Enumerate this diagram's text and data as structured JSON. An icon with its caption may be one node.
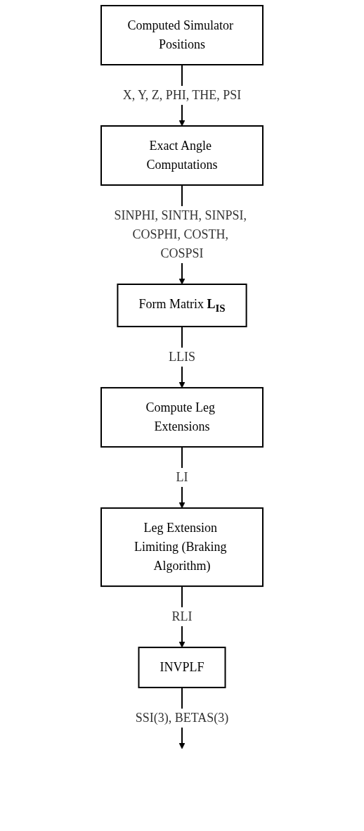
{
  "diagram": {
    "nodes": [
      {
        "text": [
          "Computed Simulator Positions"
        ]
      },
      {
        "text": [
          "Exact Angle Computations"
        ]
      },
      {
        "text": [
          "Form Matrix **L$_{IS}$**"
        ]
      },
      {
        "text": [
          "Compute Leg Extensions"
        ]
      },
      {
        "text": [
          "Leg Extension Limiting (Braking Algorithm)"
        ]
      },
      {
        "text": [
          "INVPLF"
        ]
      }
    ],
    "edges": [
      {
        "from": 0,
        "to": 1,
        "arrow": "to",
        "label": "X, Y, Z, PHI, THE, PSI"
      },
      {
        "from": 1,
        "to": 2,
        "arrow": "to",
        "label": "SINPHI, SINTH, SINPSI, COSPHI, COSTH, COSPSI"
      },
      {
        "from": 2,
        "to": 3,
        "arrow": "to",
        "label": "LLIS"
      },
      {
        "from": 3,
        "to": 4,
        "arrow": "to",
        "label": "LI"
      },
      {
        "from": 4,
        "to": 5,
        "arrow": "to",
        "label": "RLI"
      },
      {
        "from": 5,
        "to": null,
        "arrow": "to",
        "label": "SSI(3), BETAS(3)"
      }
    ]
  }
}
